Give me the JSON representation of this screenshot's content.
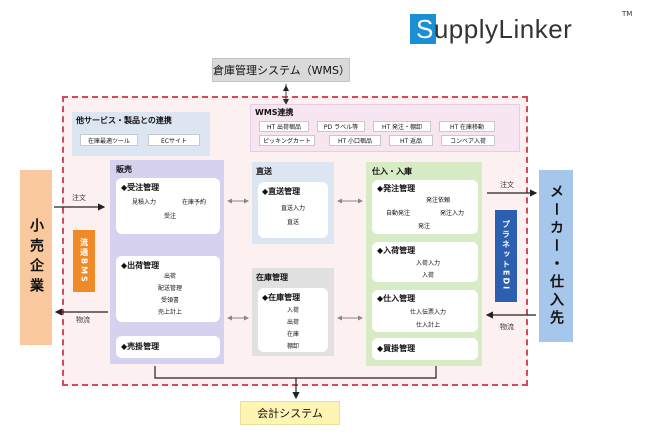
{
  "logo": {
    "text": "SupplyLinker",
    "first_letter": "S",
    "rest": "upplyLinker",
    "tm": "TM",
    "accent": "#1a8fd6"
  },
  "wms_top": "倉庫管理システム（WMS）",
  "accounting": "会計システム",
  "retail": "小売企業",
  "maker": "メーカー・仕入先",
  "bms": "流通BMS",
  "planet": "プラネットEDI",
  "flow": {
    "order_left": "注文",
    "logistics_left": "物流",
    "order_right": "注文",
    "logistics_right": "物流"
  },
  "other_services": {
    "title": "他サービス・製品との連携",
    "items": [
      "在庫最適ツール",
      "ECサイト"
    ]
  },
  "wms_link": {
    "title": "WMS連携",
    "row1": [
      "HT 出荷梱品",
      "PD ラベル等",
      "HT 発注・棚卸",
      "HT 在庫移動"
    ],
    "row2": [
      "ピッキングカート",
      "HT 小口梱品",
      "HT 返品",
      "コンベア入荷"
    ]
  },
  "sales": {
    "title": "販売",
    "order_mgmt": {
      "title": "◆受注管理",
      "items": [
        "見積入力",
        "在庫予約",
        "受注"
      ]
    },
    "ship_mgmt": {
      "title": "◆出荷管理",
      "items": [
        "出荷",
        "配送管理",
        "受領書",
        "売上計上"
      ]
    },
    "ar_mgmt": {
      "title": "◆売掛管理"
    }
  },
  "direct": {
    "title": "直送",
    "card_title": "◆直送管理",
    "items": [
      "直送入力",
      "直送"
    ]
  },
  "inventory": {
    "title": "在庫管理",
    "card_title": "◆在庫管理",
    "items": [
      "入荷",
      "出荷",
      "在庫",
      "棚卸"
    ]
  },
  "purchase": {
    "title": "仕入・入庫",
    "po_mgmt": {
      "title": "◆発注管理",
      "items": [
        "発注依頼",
        "自動発注",
        "発注入力",
        "発注"
      ]
    },
    "receive_mgmt": {
      "title": "◆入荷管理",
      "items": [
        "入荷入力",
        "入荷"
      ]
    },
    "purchase_mgmt": {
      "title": "◆仕入管理",
      "items": [
        "仕入伝票入力",
        "仕入計上"
      ]
    },
    "ap_mgmt": {
      "title": "◆買掛管理"
    }
  },
  "colors": {
    "dashed_border": "#d24b5a",
    "outer_fill": "#fdf0f1",
    "sales": "#d6d1ef",
    "purchase": "#d7ecc4",
    "direct": "#dce6f3",
    "inventory": "#e1e1e1",
    "bms": "#f08a28",
    "planet": "#2c5fb0",
    "retail": "#f9c99d",
    "maker": "#a6c6eb",
    "accounting": "#fef4b3",
    "wms": "#d9d9d9"
  }
}
